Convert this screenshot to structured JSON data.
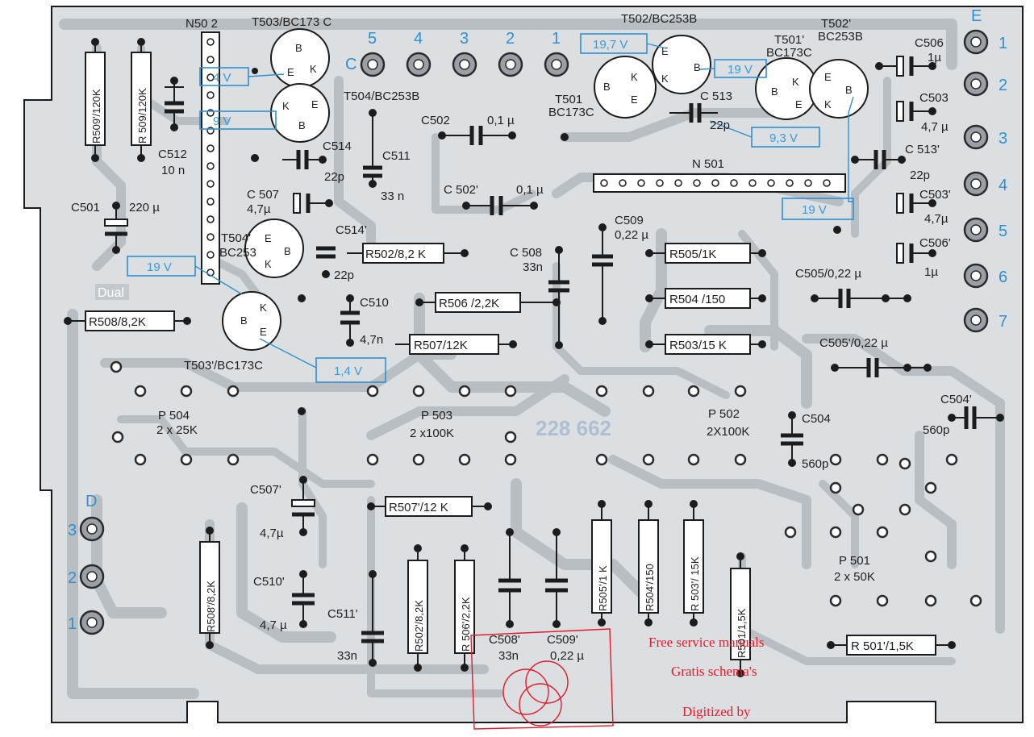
{
  "board": {
    "part_number": "228 662",
    "logo_text": "Dual",
    "connector_labels": {
      "e": "E",
      "c": "C",
      "d": "D"
    },
    "e_pins": [
      "1",
      "2",
      "3",
      "4",
      "5",
      "6",
      "7"
    ],
    "c_pins": [
      "5",
      "4",
      "3",
      "2",
      "1"
    ],
    "d_pins": [
      "3",
      "2",
      "1"
    ]
  },
  "transistors": {
    "t503": "T503/BC173 C",
    "t504": "T504/BC253B",
    "t504p_a": "T504'",
    "t504p_b": "BC253",
    "t503p": "T503'/BC173C",
    "t502": "T502/BC253B",
    "t501_a": "T501",
    "t501_b": "BC173C",
    "t501p_a": "T501'",
    "t501p_b": "BC173C",
    "t502p_a": "T502'",
    "t502p_b": "BC253B"
  },
  "pins": {
    "b": "B",
    "e": "E",
    "k": "K"
  },
  "connectors": {
    "n502": "N50 2",
    "n501": "N 501"
  },
  "resistors": {
    "r509p": "R509'/120K",
    "r509": "R 509/120K",
    "r508": "R508/8,2K",
    "r502": "R502/8,2 K",
    "r506": "R506 /2,2K",
    "r507": "R507/12K",
    "r505": "R505/1K",
    "r504": "R504 /150",
    "r503": "R503/15 K",
    "r508p": "R508'/8,2K",
    "r507p": "R507'/12 K",
    "r502p": "R502'/8,2K",
    "r506p": "R 506'/2,2K",
    "r505p": "R505'/1 K",
    "r504p": "R504'/150",
    "r503p": "R 503'/ 15K",
    "r501": "R501/1,5K",
    "r501p": "R 501'/1,5K"
  },
  "capacitors": {
    "c512": "C512",
    "c512v": "10 n",
    "c501": "C501",
    "c501v": "220 µ",
    "c507": "C 507",
    "c507v": "4,7µ",
    "c514": "C514",
    "c514v": "22p",
    "c514p": "C514'",
    "c514pv": "22p",
    "c511": "C511",
    "c511v": "33 n",
    "c510": "C510",
    "c510v": "4,7n",
    "c502": "C502",
    "c502v": "0,1 µ",
    "c502p": "C 502'",
    "c502pv": "0,1 µ",
    "c508": "C 508",
    "c508v": "33n",
    "c509": "C509",
    "c509v": "0,22 µ",
    "c513": "C 513",
    "c513v": "22p",
    "c513p": "C 513'",
    "c513pv": "22p",
    "c506": "C506",
    "c506v": "1µ",
    "c503": "C503",
    "c503v": "4,7 µ",
    "c503p": "C503'",
    "c503pv": "4,7µ",
    "c506p": "C506'",
    "c506pv": "1µ",
    "c505": "C505/0,22 µ",
    "c505p": "C505'/0,22 µ",
    "c504p": "C504'",
    "c504pv": "560p",
    "c504": "C504",
    "c504v": "560p",
    "c507p": "C507'",
    "c507pv": "4,7µ",
    "c510p": "C510'",
    "c510pv": "4,7 µ",
    "c511p": "C511'",
    "c511pv": "33n",
    "c508p": "C508'",
    "c508pv": "33n",
    "c509p": "C509'",
    "c509pv": "0,22 µ"
  },
  "pots": {
    "p504": "P 504",
    "p504v": "2 x 25K",
    "p503": "P 503",
    "p503v": "2 x100K",
    "p502": "P 502",
    "p502v": "2X100K",
    "p501": "P 501",
    "p501v": "2 x 50K"
  },
  "voltages": {
    "v4": "4 V",
    "v9": "9 V",
    "v19a": "19 V",
    "v14": "1,4 V",
    "v197": "19,7 V",
    "v19b": "19 V",
    "v93": "9,3 V",
    "v19c": "19 V"
  },
  "stamp": {
    "line1": "Free service manuals",
    "line2": "Gratis schema's",
    "line3": "Digitized by"
  },
  "colors": {
    "board": "#dcdfe2",
    "trace": "#b9bec3",
    "annotation": "#2f8fd0",
    "stamp": "#e21b2a"
  }
}
